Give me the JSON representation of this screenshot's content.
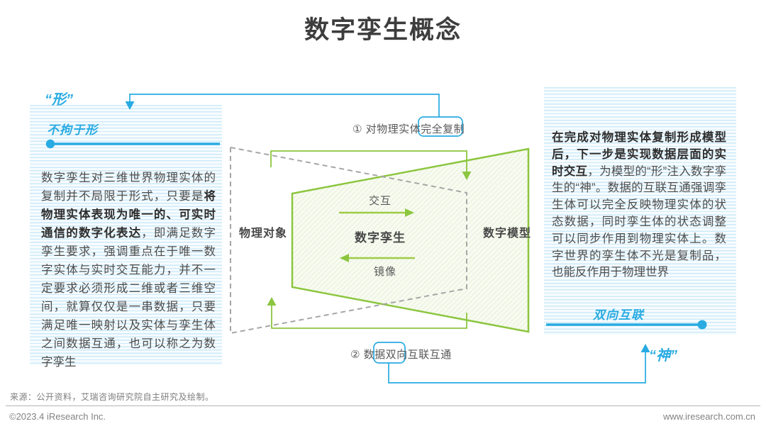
{
  "title": "数字孪生概念",
  "colors": {
    "brand_blue": "#29abe2",
    "diagram_green": "#8cc63f",
    "text_dark": "#3d3d3d",
    "text_body": "#4d4d4d",
    "text_gray": "#595959",
    "dashed_gray": "#a6a6a6",
    "footer_gray": "#828282"
  },
  "left_panel": {
    "quote": "“形”",
    "tagline": "不拘于形",
    "para_prefix": "数字孪生对三维世界物理实体的复制并不局限于形式，只要是",
    "para_bold": "将物理实体表现为唯一的、可实时通信的数字化表达",
    "para_suffix": "，即满足数字孪生要求，强调重点在于唯一数字实体与实时交互能力，并不一定要求必须形成二维或者三维空间，就算仅仅是一串数据，只要满足唯一映射以及实体与孪生体之间数据互通，也可以称之为数字孪生"
  },
  "right_panel": {
    "para_bold": "在完成对物理实体复制形成模型后，下一步是实现数据层面的实时交互",
    "para_suffix": "，为模型的“形”注入数字孪生的“神”。数据的互联互通强调孪生体可以完全反映物理实体的状态数据，同时孪生体的状态调整可以同步作用到物理实体上。数字世界的孪生体不光是复制品，也能反作用于物理世界",
    "tagline": "双向互联",
    "quote": "“神”"
  },
  "diagram": {
    "callout_copy": "① 对物理实体完全复制",
    "callout_data": "② 数据双向互联互通",
    "label_physical": "物理对象",
    "label_twin": "数字孪生",
    "label_model": "数字模型",
    "label_interaction": "交互",
    "label_mirror": "镜像"
  },
  "footer": {
    "source": "来源：公开资料，艾瑞咨询研究院自主研究及绘制。",
    "copyright": "©2023.4 iResearch Inc.",
    "website": "www.iresearch.com.cn"
  }
}
